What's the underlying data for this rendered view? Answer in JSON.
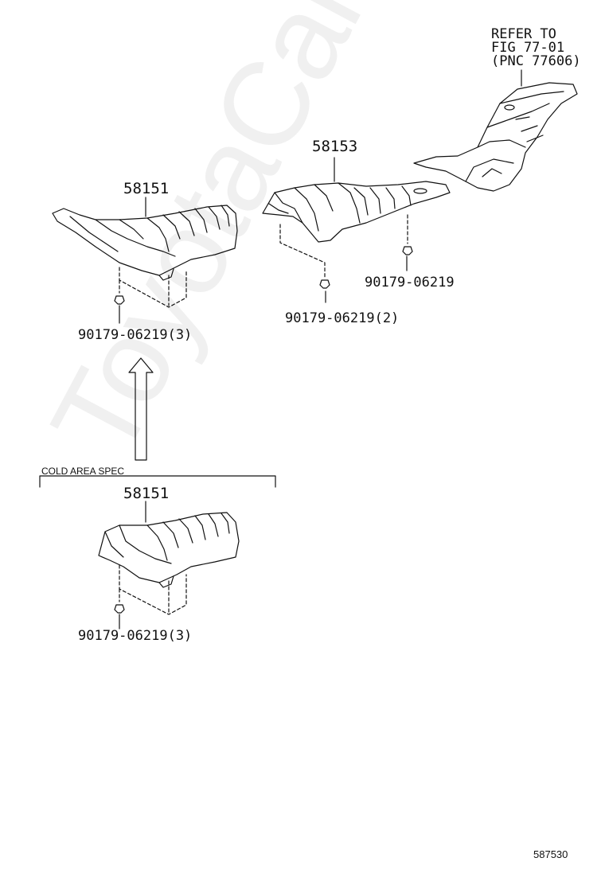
{
  "watermark": "ToyotaCarMine.ru",
  "refer": [
    "REFER TO",
    "FIG 77-01",
    "(PNC 77606)"
  ],
  "parts": {
    "p58153": "58153",
    "p58151_top": "58151",
    "p58151_bottom": "58151"
  },
  "fasteners": {
    "top_left": "90179-06219(3)",
    "middle": "90179-06219(2)",
    "right": "90179-06219",
    "bottom_left": "90179-06219(3)"
  },
  "cold_area": "COLD AREA SPEC",
  "diagram_id": "587530"
}
